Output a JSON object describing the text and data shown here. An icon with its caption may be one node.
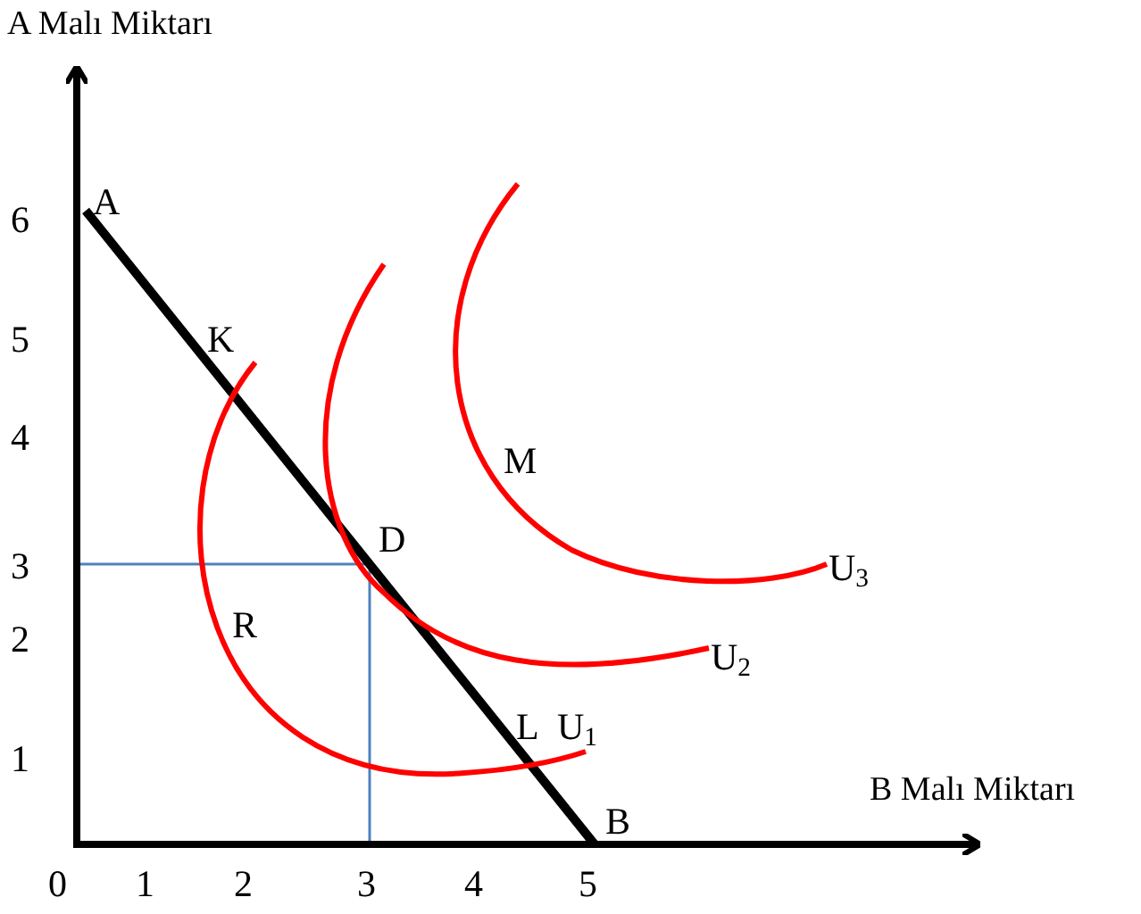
{
  "diagram": {
    "labels": [
      "A Malı Miktarı",
      "6",
      "A",
      "5",
      "K",
      "4",
      "M",
      "3",
      "D",
      "U$_{3}$",
      "2",
      "R",
      "U$_{2}$",
      "1",
      "L",
      "U$_{1}$",
      "B Malı Miktarı",
      "B",
      "0",
      "1",
      "2",
      "3",
      "4",
      "5"
    ]
  }
}
